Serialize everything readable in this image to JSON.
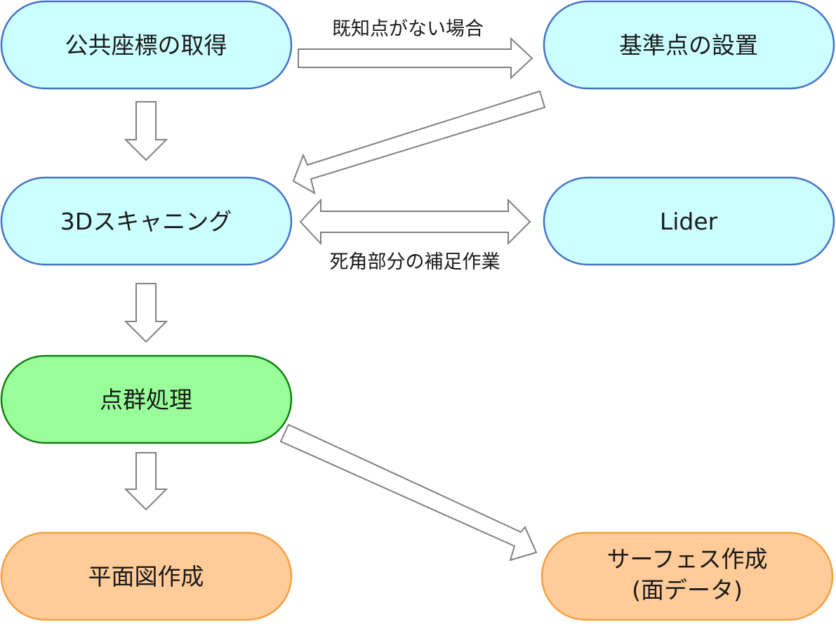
{
  "colors": {
    "blue_fill": "#CCFFFF",
    "blue_stroke": "#4472C4",
    "green_fill": "#99FF99",
    "green_stroke": "#108010",
    "orange_fill": "#FFCC99",
    "orange_stroke": "#F4A040",
    "arrow_stroke": "#808080"
  },
  "nodes": {
    "public_coords": {
      "label": "公共座標の取得"
    },
    "benchmark": {
      "label": "基準点の設置"
    },
    "scanning": {
      "label": "3Dスキャニング"
    },
    "lider": {
      "label": "Lider"
    },
    "point_cloud": {
      "label": "点群処理"
    },
    "floor_plan": {
      "label": "平面図作成"
    },
    "surface": {
      "line1": "サーフェス作成",
      "line2": "(面データ)"
    }
  },
  "edges": {
    "no_known_point": {
      "label": "既知点がない場合"
    },
    "blind_spot": {
      "label": "死角部分の補足作業"
    }
  }
}
